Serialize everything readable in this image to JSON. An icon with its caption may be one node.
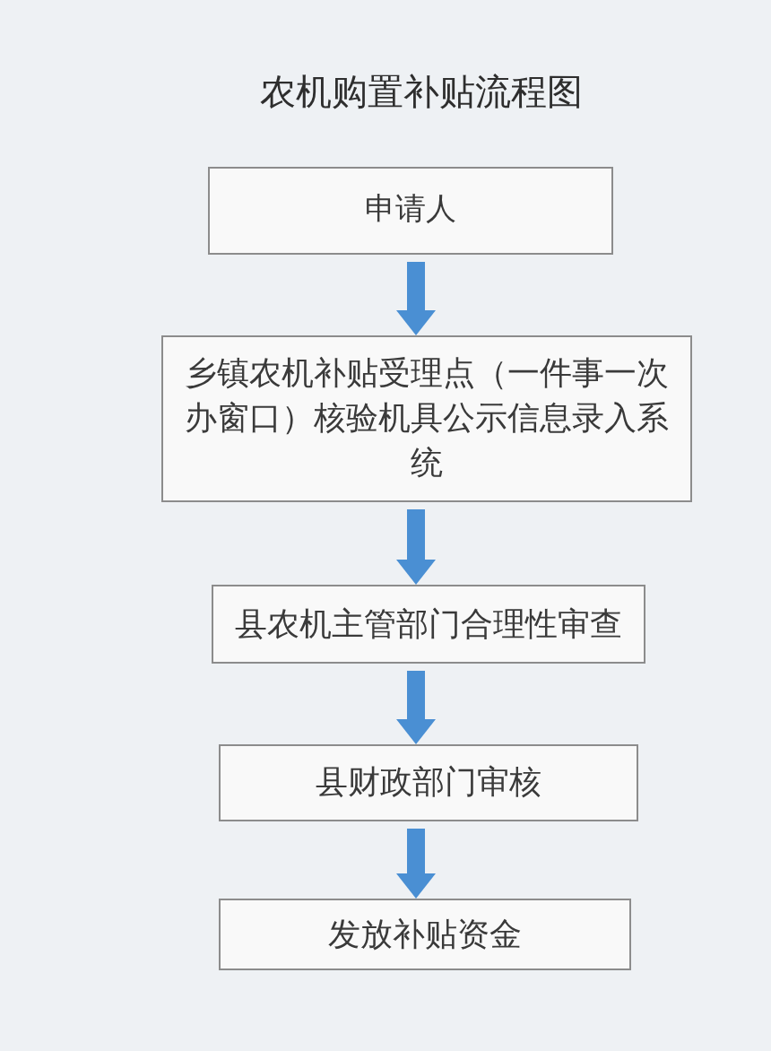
{
  "diagram": {
    "title": "农机购置补贴流程图",
    "nodes": [
      {
        "text": [
          "申请人"
        ]
      },
      {
        "text": [
          "乡镇农机补贴受理点（一件事一次办窗口）核验机具公示信息录入系统"
        ]
      },
      {
        "text": [
          "县农机主管部门合理性审查"
        ]
      },
      {
        "text": [
          "县财政部门审核"
        ]
      },
      {
        "text": [
          "发放补贴资金"
        ]
      }
    ],
    "edges": [
      {
        "from": 0,
        "to": 1,
        "arrow": "to"
      },
      {
        "from": 1,
        "to": 2,
        "arrow": "to"
      },
      {
        "from": 2,
        "to": 3,
        "arrow": "to"
      },
      {
        "from": 3,
        "to": 4,
        "arrow": "to"
      }
    ]
  }
}
